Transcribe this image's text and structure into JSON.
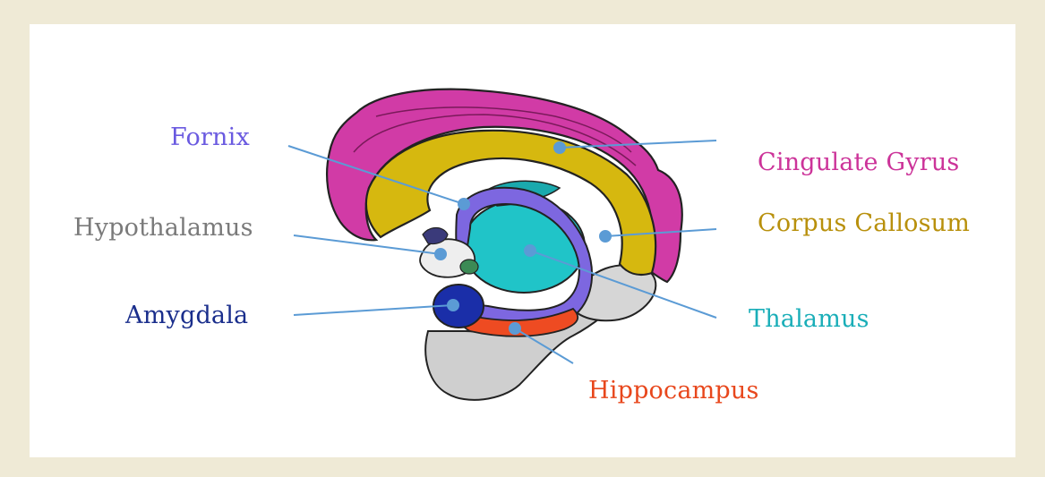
{
  "structures": [
    {
      "id": "fornix",
      "label": "Fornix",
      "color": "#6a5ae0"
    },
    {
      "id": "hypothalamus",
      "label": "Hypothalamus",
      "color": "#7a7a7a"
    },
    {
      "id": "amygdala",
      "label": "Amygdala",
      "color": "#1a2e8c"
    },
    {
      "id": "cingulate",
      "label": "Cingulate Gyrus",
      "color": "#cc3399"
    },
    {
      "id": "corpus",
      "label": "Corpus Callosum",
      "color": "#b8900c"
    },
    {
      "id": "thalamus",
      "label": "Thalamus",
      "color": "#1aaeb8"
    },
    {
      "id": "hippocampus",
      "label": "Hippocampus",
      "color": "#e8471c"
    }
  ],
  "colors": {
    "background": "#efead6",
    "panel": "#ffffff",
    "leader_line": "#5b9bd5"
  }
}
